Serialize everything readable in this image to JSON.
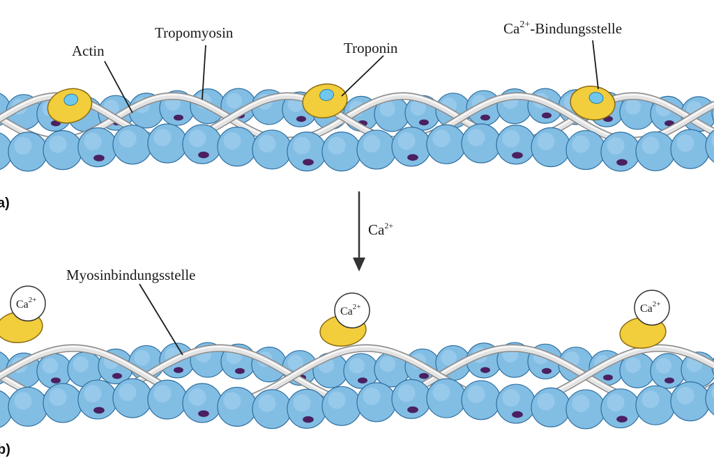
{
  "labels": {
    "actin": "Actin",
    "tropomyosin": "Tropomyosin",
    "troponin": "Troponin",
    "ca_binding_base": "Ca",
    "ca_binding_sup": "2+",
    "ca_binding_rest": "-Bindungsstelle",
    "myosin_binding": "Myosinbindungsstelle",
    "arrow_ca_base": "Ca",
    "arrow_ca_sup": "2+",
    "bound_ca_base": "Ca",
    "bound_ca_sup": "2+"
  },
  "panels": {
    "a": "a)",
    "b": "b)"
  },
  "colors": {
    "actin_fill": "#82bde4",
    "actin_stroke": "#2f6f9f",
    "binding_site": "#4a2060",
    "tropomyosin_fill": "#e3e3e3",
    "tropomyosin_stroke": "#8a8a8a",
    "troponin_fill": "#f2cd3c",
    "troponin_stroke": "#8a6a10",
    "ca_site_fill": "#6fc8ec",
    "ca_ion_fill": "#ffffff",
    "arrow": "#333333"
  }
}
